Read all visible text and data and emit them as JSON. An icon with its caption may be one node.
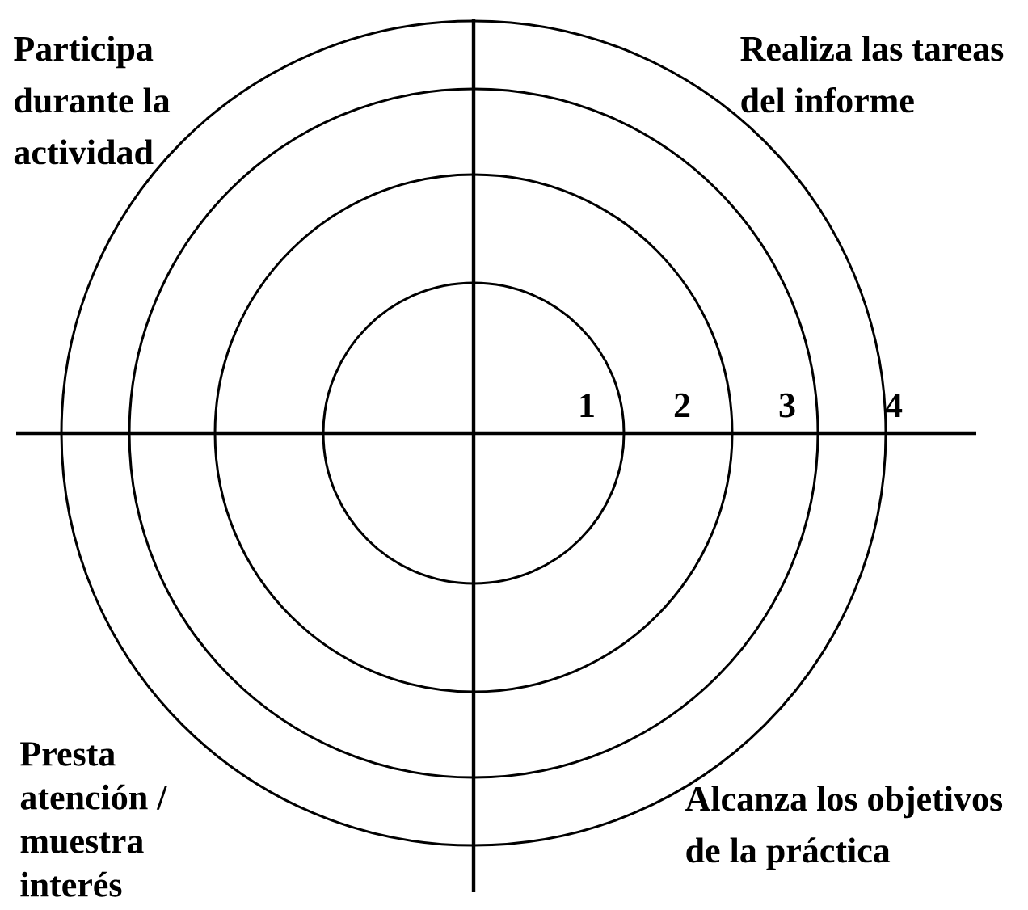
{
  "diagram": {
    "labels": [
      "Participa durante la actividad",
      "Realiza las tareas del informe",
      "1",
      "2",
      "3",
      "4",
      "Presta atención / muestra interés",
      "Alcanza los objetivos de la práctica"
    ]
  }
}
